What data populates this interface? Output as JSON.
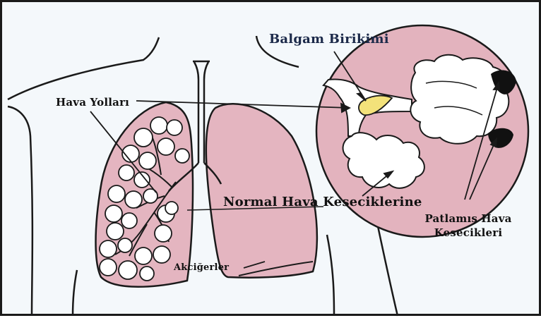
{
  "labels": {
    "airways": "Hava Yolları",
    "mucus": "Balgam Birikimi",
    "normal_alveoli": "Normal Hava Keseciklerine",
    "ruptured_line1": "Patlamış Hava",
    "ruptured_line2": "Kesecikleri",
    "lungs": "Akciğerler"
  },
  "colors": {
    "lung_fill": "#e4b5c0",
    "magnifier_fill": "#e3b3be",
    "mucus_fill": "#f3e27a",
    "outline": "#1a1a1a",
    "background": "#f4f8fb"
  }
}
